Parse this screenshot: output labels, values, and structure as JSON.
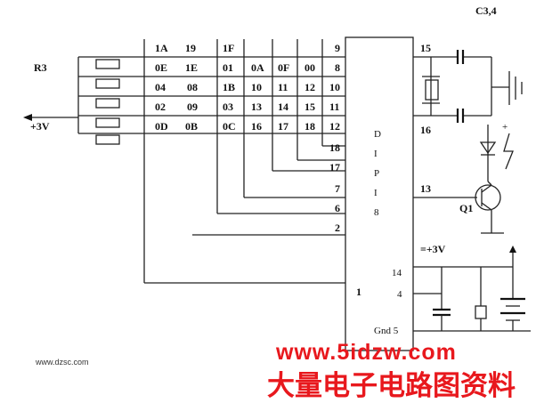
{
  "labels": {
    "r3": "R3",
    "c34": "C3,4",
    "plus3v_left": "+3V",
    "plus3v_right": "=+3V",
    "q1": "Q1",
    "gnd": "Gnd 5"
  },
  "grid": {
    "header_row": [
      "1A",
      "19",
      "1F"
    ],
    "rows": [
      [
        "0E",
        "1E",
        "01",
        "0A",
        "0F",
        "00"
      ],
      [
        "04",
        "08",
        "1B",
        "10",
        "11",
        "12"
      ],
      [
        "02",
        "09",
        "03",
        "13",
        "14",
        "15"
      ],
      [
        "0D",
        "0B",
        "0C",
        "16",
        "17",
        "18"
      ]
    ]
  },
  "ic": {
    "left_pins": [
      "9",
      "8",
      "10",
      "11",
      "12",
      "18",
      "17",
      "7",
      "6",
      "2",
      "1"
    ],
    "right_pins": [
      "15",
      "16",
      "13",
      "14",
      "4"
    ],
    "inner_letters": [
      "D",
      "I",
      "P",
      "I",
      "8"
    ]
  },
  "watermark": {
    "url": "www.5idzw.com",
    "cn": "大量电子电路图资料",
    "site": "www.dzsc.com"
  }
}
